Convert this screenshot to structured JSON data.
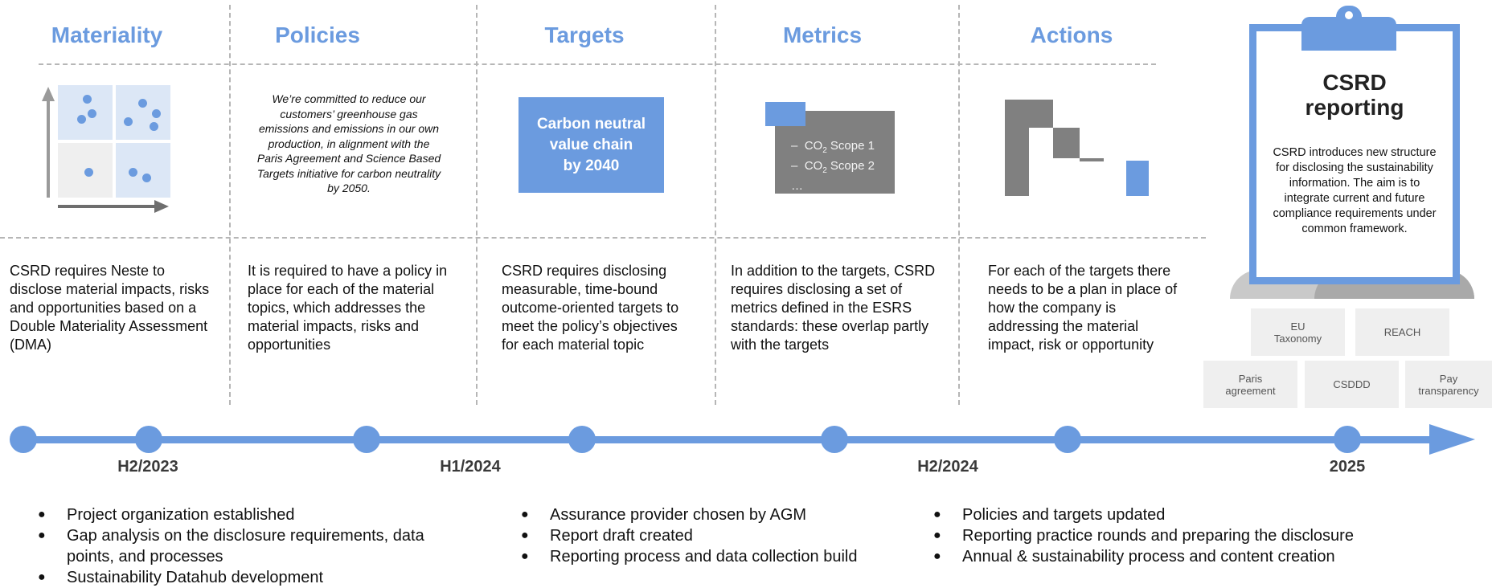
{
  "columns": [
    {
      "title": "Materiality",
      "desc": "CSRD requires Neste to disclose material impacts, risks and opportunities based on a Double Materiality Assessment (DMA)"
    },
    {
      "title": "Policies",
      "desc": "It is required to have a policy in place for each of the material topics, which addresses the material impacts, risks and opportunities"
    },
    {
      "title": "Targets",
      "desc": "CSRD requires disclosing measurable, time-bound outcome-oriented targets to meet the policy’s objectives for each material topic"
    },
    {
      "title": "Metrics",
      "desc": "In addition to the targets, CSRD requires disclosing a set of metrics defined in the ESRS standards: these overlap partly with the targets"
    },
    {
      "title": "Actions",
      "desc": "For each of the targets there needs to be a plan in place of how the company is addressing the material impact, risk or opportunity"
    }
  ],
  "policy_quote": "We’re committed to reduce our customers’ greenhouse gas emissions and emissions in our own production, in alignment with the Paris Agreement and Science Based Targets initiative for carbon neutrality by 2050.",
  "target_box": {
    "line1": "Carbon neutral",
    "line2": "value chain",
    "line3": "by 2040"
  },
  "metrics_box": {
    "dash": "–",
    "co": "CO",
    "sub": "2",
    "scope1": " Scope 1",
    "scope2": " Scope 2",
    "ellipsis": "…"
  },
  "clipboard": {
    "title_line1": "CSRD",
    "title_line2": "reporting",
    "text": "CSRD introduces new structure for disclosing the sustainability information. The aim is to integrate current and future compliance requirements under common framework."
  },
  "frameworks": {
    "eu_taxonomy": "EU Taxonomy",
    "reach": "REACH",
    "paris": "Paris agreement",
    "csddd": "CSDDD",
    "pay": "Pay transparency"
  },
  "timeline": {
    "labels": [
      "H2/2023",
      "H1/2024",
      "H2/2024",
      "2025"
    ]
  },
  "bullets": {
    "group1": [
      "Project organization established",
      "Gap analysis on the disclosure requirements, data points, and processes",
      "Sustainability Datahub development"
    ],
    "group2": [
      "Assurance provider chosen by AGM",
      "Report draft created",
      "Reporting process and data collection build"
    ],
    "group3": [
      "Policies and targets updated",
      "Reporting practice rounds and preparing the disclosure",
      "Annual & sustainability process and content creation"
    ]
  },
  "colors": {
    "accent": "#6b9bdf",
    "dark_gray": "#808080",
    "light_blue": "#dce7f6",
    "light_gray": "#efefef",
    "dashed": "#b6b6b6"
  }
}
